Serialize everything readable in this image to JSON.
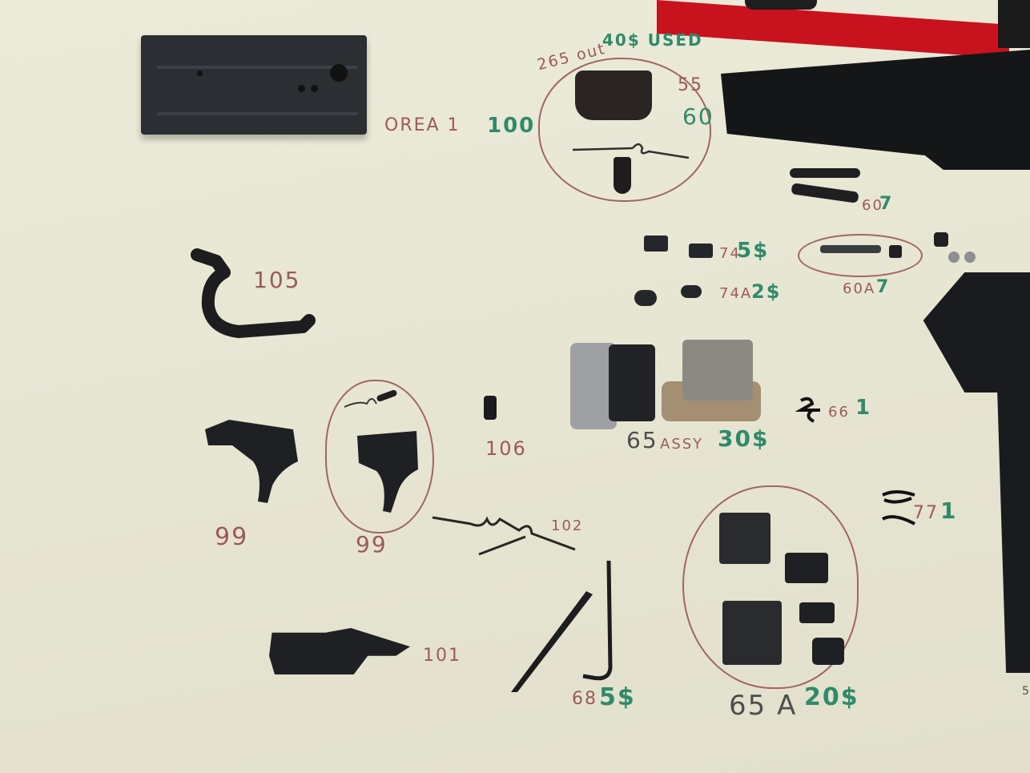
{
  "scene": {
    "description": "Disassembled firearm trigger-group parts laid out on cream paper with handwritten part numbers (red ink) and prices (green ink)",
    "background_color": "#e8e7d4",
    "ink_colors": {
      "part_number": "#9a5a5a",
      "price": "#2f8a6a",
      "dark": "#4a4f4c",
      "circle": "#a06565"
    }
  },
  "labels": {
    "orea": {
      "part": "OREA 1",
      "price": "100"
    },
    "hammer": {
      "note": "265 out",
      "price_note": "40$ USED",
      "part_top": "55",
      "part_bottom": "60"
    },
    "pins": {
      "part": "60",
      "price": "7"
    },
    "pin_assy": {
      "part": "60A",
      "price": "7"
    },
    "item74": {
      "part": "74",
      "price": "5$"
    },
    "item74a": {
      "part": "74A",
      "price": "2$"
    },
    "trigger_guard": {
      "part": "105"
    },
    "assembly65": {
      "part": "65",
      "suffix": "ASSY",
      "price": "30$"
    },
    "item66": {
      "part": "66",
      "price": "1"
    },
    "trigger1": {
      "part": "99"
    },
    "trigger2": {
      "part": "99"
    },
    "pin106": {
      "part": "106"
    },
    "spring102": {
      "part": "102"
    },
    "item77": {
      "part": "77",
      "price": "1"
    },
    "item101": {
      "part": "101"
    },
    "rod68": {
      "part": "68",
      "price": "5$"
    },
    "kit65a": {
      "part": "65 A",
      "price": "20$"
    },
    "edge_fragment": {
      "part": "5"
    }
  }
}
